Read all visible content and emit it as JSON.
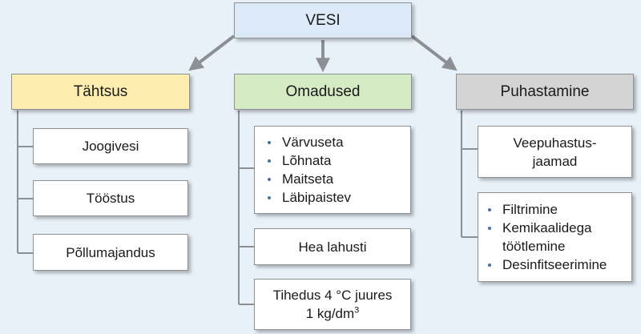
{
  "colors": {
    "background": "#e9f1f8",
    "root_fill": "#dce9f7",
    "tahtsus_fill": "#fdeeb0",
    "omadused_fill": "#d4ebc4",
    "puhastamine_fill": "#d4d4d4",
    "connector": "#8c9094",
    "bullet": "#4a6fa5"
  },
  "root": {
    "label": "VESI"
  },
  "tahtsus": {
    "label": "Tähtsus",
    "items": [
      "Joogivesi",
      "Tööstus",
      "Põllumajandus"
    ]
  },
  "omadused": {
    "label": "Omadused",
    "list": [
      "Värvuseta",
      "Lõhnata",
      "Maitseta",
      "Läbipaistev"
    ],
    "solvent": "Hea lahusti",
    "density_line1": "Tihedus 4 °C juures",
    "density_line2": "1 kg/dm",
    "density_exp": "3"
  },
  "puhastamine": {
    "label": "Puhastamine",
    "plant_line1": "Veepuhastus-",
    "plant_line2": "jaamad",
    "list": [
      "Filtrimine",
      "Kemikaalidega",
      "töötlemine",
      "Desinfitseerimine"
    ]
  }
}
